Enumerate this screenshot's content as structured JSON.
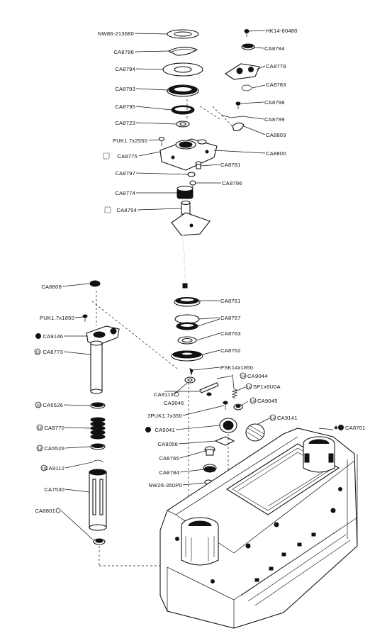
{
  "labels": {
    "nw86": "NW86-213680",
    "hk14": "HK14-60480",
    "ca8786": "CA8786",
    "ca8784_top": "CA8784",
    "ca8794": "CA8794",
    "ca8778": "CA8778",
    "ca8783": "CA8783",
    "ca8793": "CA8793",
    "ca8798": "CA8798",
    "ca8795": "CA8795",
    "ca8799": "CA8799",
    "ca8723": "CA8723",
    "ca8803": "CA8803",
    "puk2550": "PUK1.7x2550",
    "ca8800": "CA8800",
    "ca8775": "CA8775",
    "ca8781": "CA8781",
    "ca8797": "CA8797",
    "ca8796": "CA8796",
    "ca8774": "CA8774",
    "ca8754": "CA8754",
    "ca8808": "CA8808",
    "ca8761": "CA8761",
    "puk1850": "PUK1.7x1850",
    "ca8757": "CA8757",
    "ca9146": "CA9146",
    "ca8763": "CA8763",
    "ca8773": "CA8773",
    "ca8762": "CA8762",
    "psk1850": "PSK14x1850",
    "ca9044": "CA9044",
    "ca9113": "CA9113",
    "spi": "SP1x6U0A",
    "ca9046": "CA9046",
    "ca9045": "CA9045",
    "ca5526a": "CA5526",
    "puk350": "3PUK1.7x350",
    "ca9141": "CA9141",
    "ca8770": "CA8770",
    "ca9041": "CA9041",
    "ca8701": "CA8701",
    "ca5526b": "CA5526",
    "ca9056": "CA9056",
    "ca8765": "CA8765",
    "ca9112": "CA9112",
    "ca8784_bot": "CA8784",
    "nw26": "NW26-350P0",
    "ca7530": "CA7530",
    "ca8801": "CA8801"
  },
  "markers": {
    "qty18": "18",
    "qty14": "14",
    "star": "★"
  }
}
